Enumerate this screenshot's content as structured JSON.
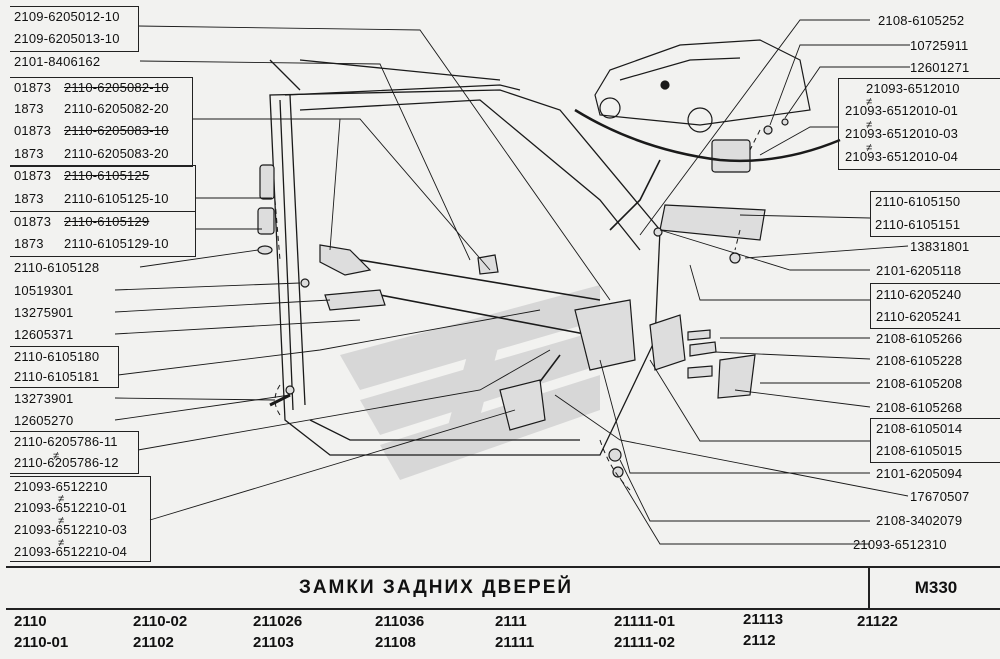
{
  "left_labels": [
    {
      "id": "l1",
      "text": "2109-6205012-10"
    },
    {
      "id": "l2",
      "text": "2109-6205013-10"
    },
    {
      "id": "l3",
      "text": "2101-8406162"
    },
    {
      "id": "l4a",
      "text": "01873"
    },
    {
      "id": "l4b",
      "text": "2110-6205082-10"
    },
    {
      "id": "l5a",
      "text": "1873"
    },
    {
      "id": "l5b",
      "text": "2110-6205082-20"
    },
    {
      "id": "l6a",
      "text": "01873"
    },
    {
      "id": "l6b",
      "text": "2110-6205083-10"
    },
    {
      "id": "l7a",
      "text": "1873"
    },
    {
      "id": "l7b",
      "text": "2110-6205083-20"
    },
    {
      "id": "l8a",
      "text": "01873"
    },
    {
      "id": "l8b",
      "text": "2110-6105125"
    },
    {
      "id": "l9a",
      "text": "1873"
    },
    {
      "id": "l9b",
      "text": "2110-6105125-10"
    },
    {
      "id": "l10a",
      "text": "01873"
    },
    {
      "id": "l10b",
      "text": "2110-6105129"
    },
    {
      "id": "l11a",
      "text": "1873"
    },
    {
      "id": "l11b",
      "text": "2110-6105129-10"
    },
    {
      "id": "l12",
      "text": "2110-6105128"
    },
    {
      "id": "l13",
      "text": "10519301"
    },
    {
      "id": "l14",
      "text": "13275901"
    },
    {
      "id": "l15",
      "text": "12605371"
    },
    {
      "id": "l16",
      "text": "2110-6105180"
    },
    {
      "id": "l17",
      "text": "2110-6105181"
    },
    {
      "id": "l18",
      "text": "13273901"
    },
    {
      "id": "l19",
      "text": "12605270"
    },
    {
      "id": "l20",
      "text": "2110-6205786-11"
    },
    {
      "id": "l21",
      "text": "2110-6205786-12"
    },
    {
      "id": "l22",
      "text": "21093-6512210"
    },
    {
      "id": "l23",
      "text": "21093-6512210-01"
    },
    {
      "id": "l24",
      "text": "21093-6512210-03"
    },
    {
      "id": "l25",
      "text": "21093-6512210-04"
    }
  ],
  "right_labels": [
    {
      "id": "r1",
      "text": "2108-6105252"
    },
    {
      "id": "r2",
      "text": "10725911"
    },
    {
      "id": "r3",
      "text": "12601271"
    },
    {
      "id": "r4",
      "text": "21093-6512010"
    },
    {
      "id": "r5",
      "text": "21093-6512010-01"
    },
    {
      "id": "r6",
      "text": "21093-6512010-03"
    },
    {
      "id": "r7",
      "text": "21093-6512010-04"
    },
    {
      "id": "r8",
      "text": "2110-6105150"
    },
    {
      "id": "r9",
      "text": "2110-6105151"
    },
    {
      "id": "r10",
      "text": "13831801"
    },
    {
      "id": "r11",
      "text": "2101-6205118"
    },
    {
      "id": "r12",
      "text": "2110-6205240"
    },
    {
      "id": "r13",
      "text": "2110-6205241"
    },
    {
      "id": "r14",
      "text": "2108-6105266"
    },
    {
      "id": "r15",
      "text": "2108-6105228"
    },
    {
      "id": "r16",
      "text": "2108-6105208"
    },
    {
      "id": "r17",
      "text": "2108-6105268"
    },
    {
      "id": "r18",
      "text": "2108-6105014"
    },
    {
      "id": "r19",
      "text": "2108-6105015"
    },
    {
      "id": "r20",
      "text": "2101-6205094"
    },
    {
      "id": "r21",
      "text": "17670507"
    },
    {
      "id": "r22",
      "text": "2108-3402079"
    },
    {
      "id": "r23",
      "text": "21093-6512310"
    }
  ],
  "interchange_mark": "≠",
  "title": "ЗАМКИ  ЗАДНИХ  ДВЕРЕЙ",
  "sheet_code": "M330",
  "models": [
    "2110",
    "2110-01",
    "2110-02",
    "21102",
    "211026",
    "21103",
    "211036",
    "21108",
    "2111",
    "21111",
    "21111-01",
    "21111-02",
    "21113",
    "2112",
    "21122"
  ],
  "colors": {
    "ink": "#1a1a1a",
    "paper": "#f2f2f0",
    "watermark": "#c9c9c9"
  }
}
